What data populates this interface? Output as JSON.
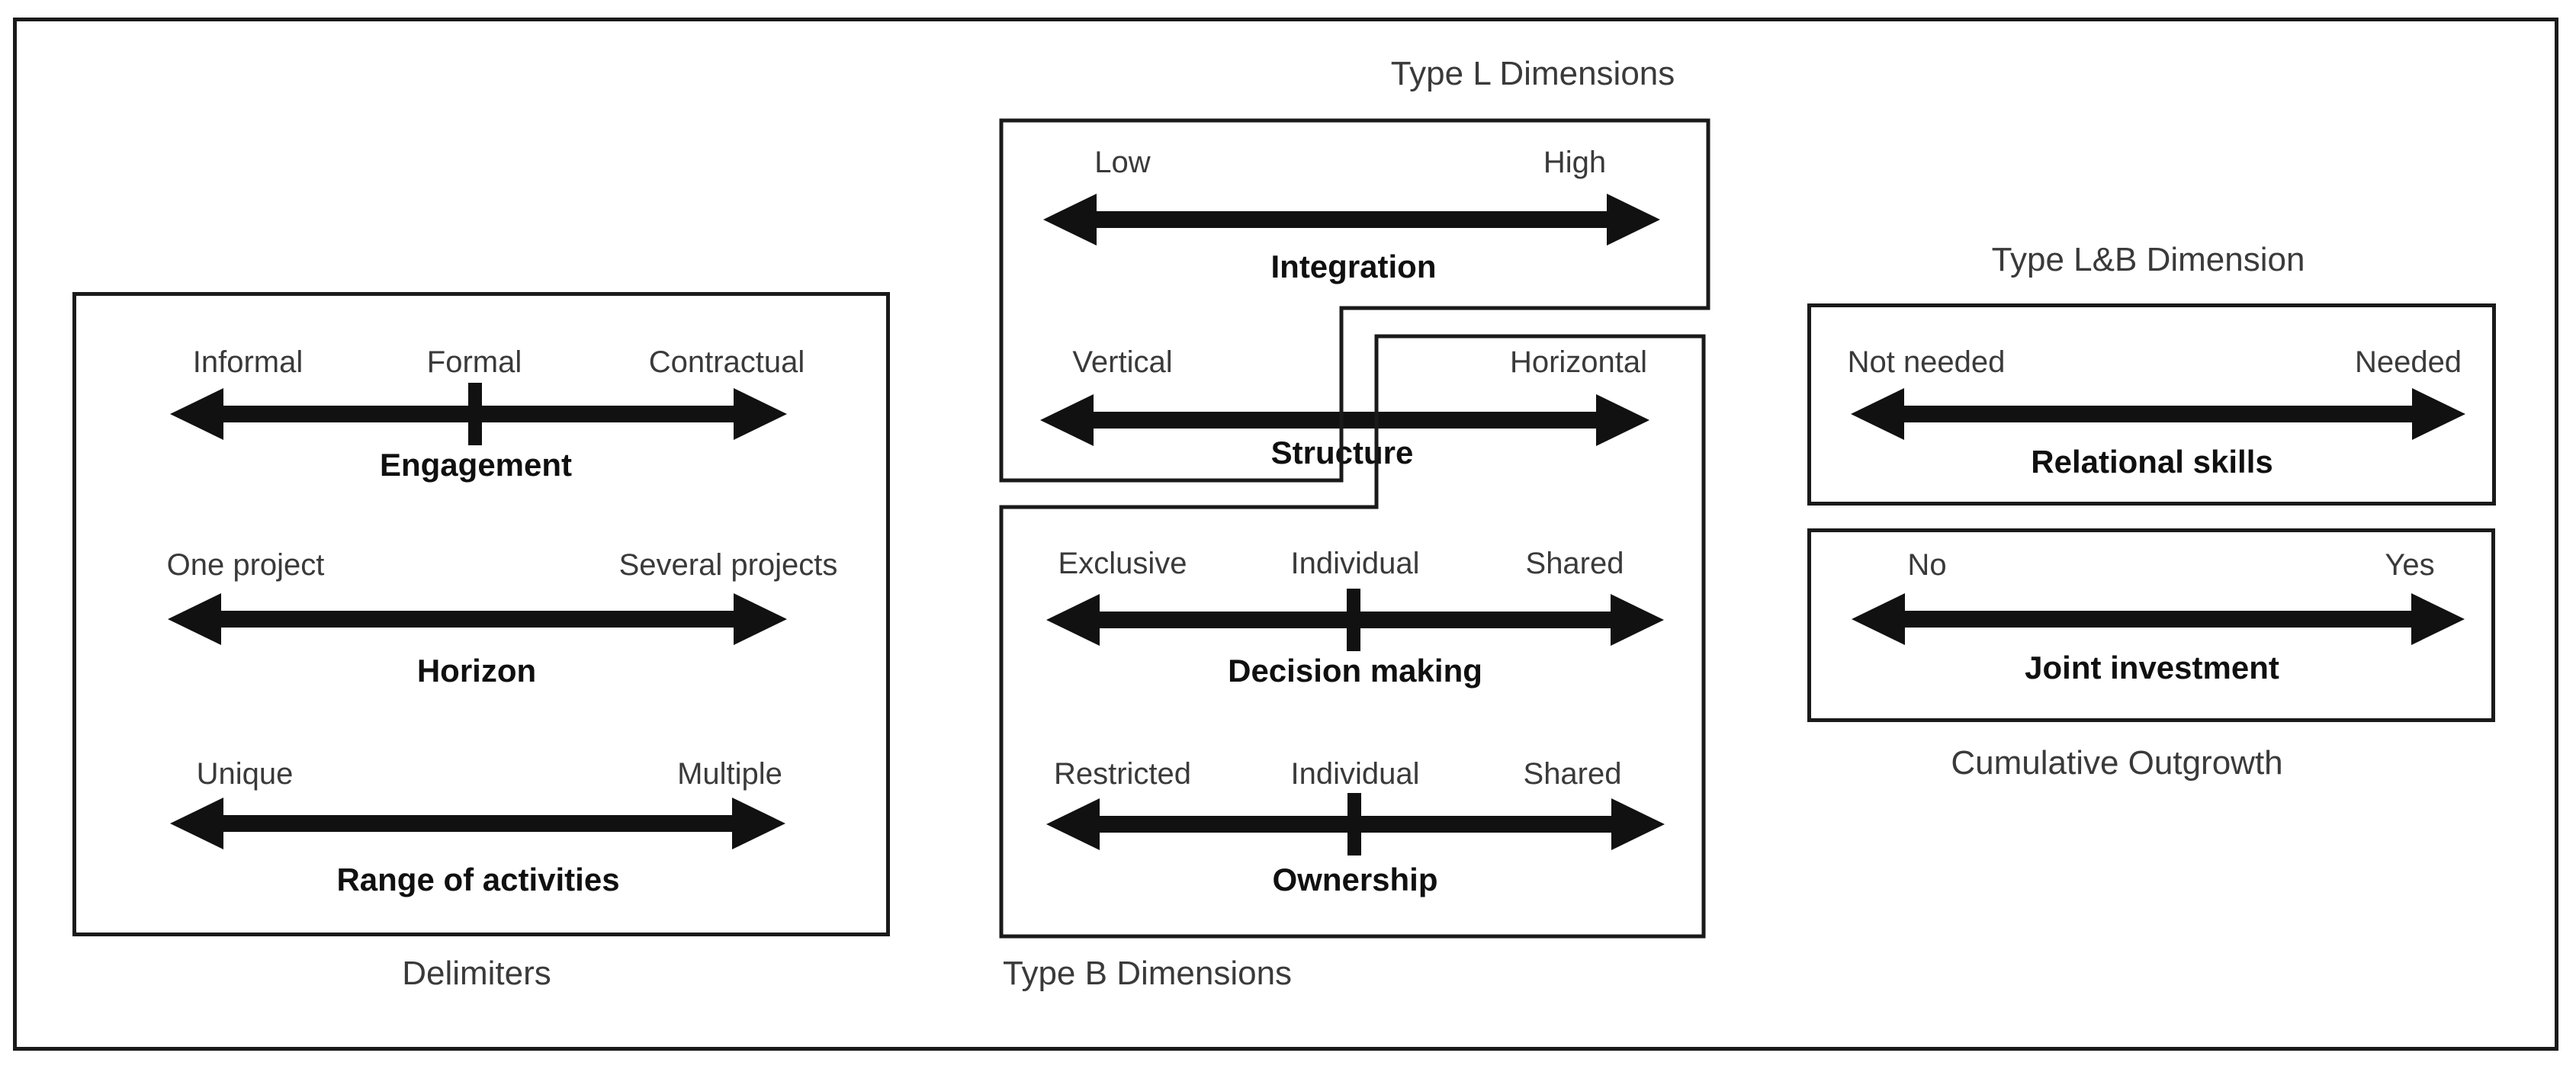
{
  "left_panel": {
    "caption": "Delimiters",
    "rows": [
      {
        "title": "Engagement",
        "left": "Informal",
        "mid": "Formal",
        "right": "Contractual"
      },
      {
        "title": "Horizon",
        "left": "One project",
        "right": "Several projects"
      },
      {
        "title": "Range of activities",
        "left": "Unique",
        "right": "Multiple"
      }
    ]
  },
  "middle_panel": {
    "type_l_title": "Type L Dimensions",
    "type_b_caption": "Type B Dimensions",
    "rows": [
      {
        "title": "Integration",
        "left": "Low",
        "right": "High"
      },
      {
        "title": "Structure",
        "left": "Vertical",
        "right": "Horizontal"
      },
      {
        "title": "Decision making",
        "left": "Exclusive",
        "mid": "Individual",
        "right": "Shared"
      },
      {
        "title": "Ownership",
        "left": "Restricted",
        "mid": "Individual",
        "right": "Shared"
      }
    ]
  },
  "right_panel": {
    "title": "Type L&B Dimension",
    "caption": "Cumulative Outgrowth",
    "rows": [
      {
        "title": "Relational skills",
        "left": "Not needed",
        "right": "Needed"
      },
      {
        "title": "Joint investment",
        "left": "No",
        "right": "Yes"
      }
    ]
  },
  "colors": {
    "ink": "#1a1a1a",
    "label_text": "#3a3a3a",
    "bold_text": "#101010",
    "background": "#ffffff"
  }
}
